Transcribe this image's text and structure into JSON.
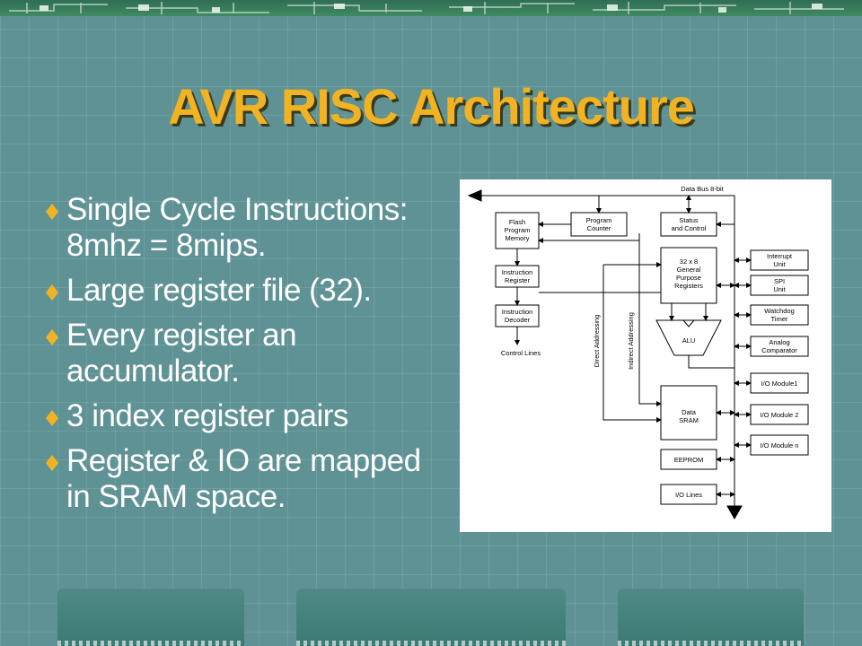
{
  "slide": {
    "title": "AVR RISC Architecture",
    "bullets": [
      "Single Cycle Instructions: 8mhz = 8mips.",
      "Large register file (32).",
      "Every register an accumulator.",
      "3 index register pairs",
      "Register & IO are mapped in SRAM space."
    ],
    "colors": {
      "background": "#5f9295",
      "title": "#f2b323",
      "text": "#ffffff",
      "bullet": "#f2b323"
    },
    "bullet_icon": "diamond-icon"
  },
  "diagram": {
    "data_bus_label": "Data Bus 8-bit",
    "flash_l1": "Flash",
    "flash_l2": "Program",
    "flash_l3": "Memory",
    "pc_l1": "Program",
    "pc_l2": "Counter",
    "status_l1": "Status",
    "status_l2": "and Control",
    "ir_l1": "Instruction",
    "ir_l2": "Register",
    "id_l1": "Instruction",
    "id_l2": "Decoder",
    "control_lines": "Control Lines",
    "gpr_l1": "32 x 8",
    "gpr_l2": "General",
    "gpr_l3": "Purpose",
    "gpr_l4": "Registers",
    "alu": "ALU",
    "direct_addressing": "Direct Addressing",
    "indirect_addressing": "Indirect Addressing",
    "sram_l1": "Data",
    "sram_l2": "SRAM",
    "eeprom": "EEPROM",
    "io_lines": "I/O Lines",
    "interrupt_l1": "Interrupt",
    "interrupt_l2": "Unit",
    "spi_l1": "SPI",
    "spi_l2": "Unit",
    "watchdog_l1": "Watchdog",
    "watchdog_l2": "Timer",
    "analog_l1": "Analog",
    "analog_l2": "Comparator",
    "io_module1": "I/O Module1",
    "io_module2": "I/O Module 2",
    "io_modulen": "I/O Module n"
  }
}
